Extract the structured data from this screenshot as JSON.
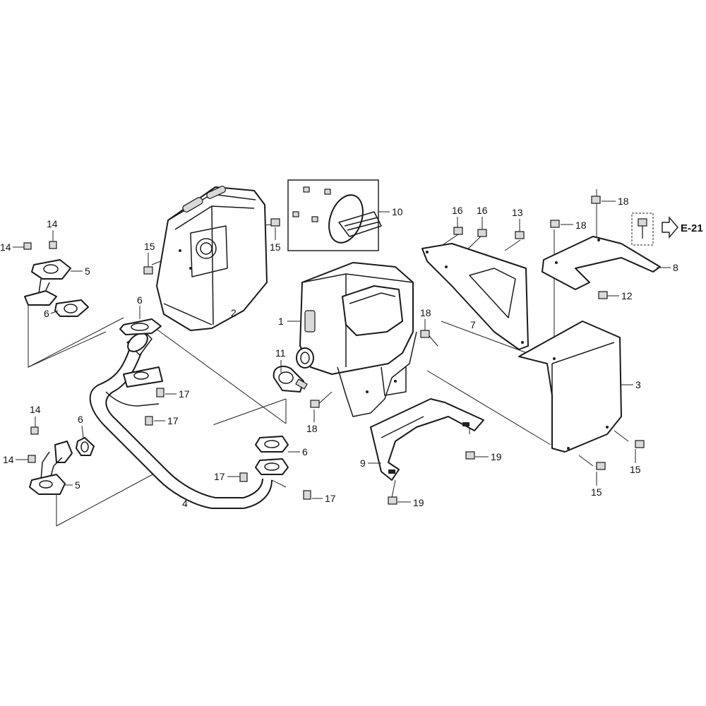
{
  "callouts": {
    "c1": "1",
    "c2": "2",
    "c3": "3",
    "c4": "4",
    "c5a": "5",
    "c5b": "5",
    "c6a": "6",
    "c6b": "6",
    "c6c": "6",
    "c6d": "6",
    "c7": "7",
    "c8": "8",
    "c9": "9",
    "c10": "10",
    "c11": "11",
    "c12": "12",
    "c13": "13",
    "c14a": "14",
    "c14b": "14",
    "c14c": "14",
    "c14d": "14",
    "c15a": "15",
    "c15b": "15",
    "c15c": "15",
    "c15d": "15",
    "c16a": "16",
    "c16b": "16",
    "c17a": "17",
    "c17b": "17",
    "c17c": "17",
    "c17d": "17",
    "c18a": "18",
    "c18b": "18",
    "c18c": "18",
    "c19a": "19",
    "c19b": "19"
  },
  "reference": "E-21",
  "icons": [
    "bolt-icon",
    "arrow-right-icon"
  ]
}
